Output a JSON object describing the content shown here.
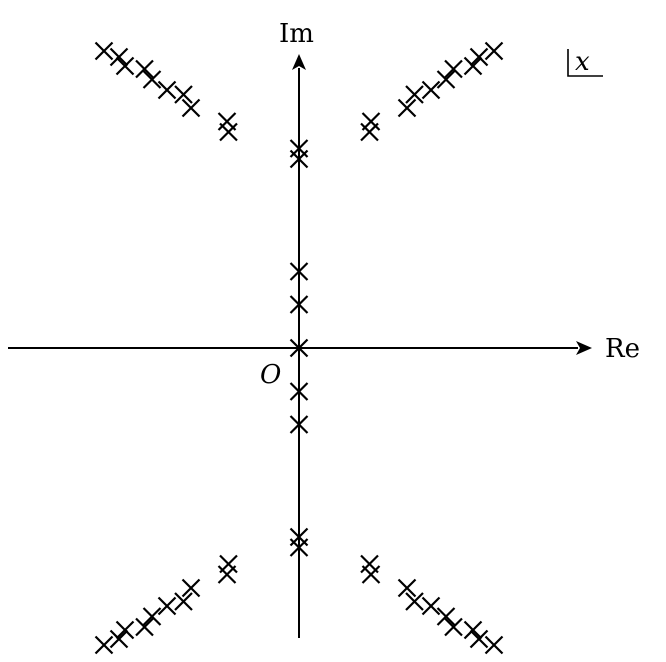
{
  "diagram": {
    "labels": {
      "real_axis": "Re",
      "imaginary_axis": "Im",
      "origin": "O",
      "variable": "x"
    },
    "colors": {
      "ink": "#000000",
      "background": "#ffffff"
    },
    "marker": "cross",
    "poles": [
      {
        "re": -1.3,
        "im": -1.98
      },
      {
        "re": -1.2,
        "im": -1.94
      },
      {
        "re": -1.16,
        "im": -1.88
      },
      {
        "re": -1.03,
        "im": -1.86
      },
      {
        "re": -0.98,
        "im": -1.79
      },
      {
        "re": -0.88,
        "im": -1.72
      },
      {
        "re": -0.77,
        "im": -1.69
      },
      {
        "re": -0.72,
        "im": -1.6
      },
      {
        "re": -0.48,
        "im": -1.51
      },
      {
        "re": -0.47,
        "im": -1.44
      },
      {
        "re": 0.0,
        "im": -1.33
      },
      {
        "re": 0.0,
        "im": -1.26
      },
      {
        "re": 0.0,
        "im": -0.51
      },
      {
        "re": 0.0,
        "im": -0.29
      },
      {
        "re": 0.0,
        "im": 0.0
      },
      {
        "re": 0.0,
        "im": 0.29
      },
      {
        "re": 0.0,
        "im": 0.51
      },
      {
        "re": 0.0,
        "im": 1.26
      },
      {
        "re": 0.0,
        "im": 1.33
      },
      {
        "re": 0.47,
        "im": 1.44
      },
      {
        "re": 0.48,
        "im": 1.51
      },
      {
        "re": 0.72,
        "im": 1.6
      },
      {
        "re": 0.77,
        "im": 1.69
      },
      {
        "re": 0.88,
        "im": 1.72
      },
      {
        "re": 0.98,
        "im": 1.79
      },
      {
        "re": 1.03,
        "im": 1.86
      },
      {
        "re": 1.16,
        "im": 1.88
      },
      {
        "re": 1.2,
        "im": 1.94
      },
      {
        "re": 1.3,
        "im": 1.98
      },
      {
        "re": 0.47,
        "im": -1.44
      },
      {
        "re": 0.48,
        "im": -1.51
      },
      {
        "re": 0.72,
        "im": -1.6
      },
      {
        "re": 0.77,
        "im": -1.69
      },
      {
        "re": 0.88,
        "im": -1.72
      },
      {
        "re": 0.98,
        "im": -1.79
      },
      {
        "re": 1.03,
        "im": -1.86
      },
      {
        "re": 1.16,
        "im": -1.88
      },
      {
        "re": 1.2,
        "im": -1.94
      },
      {
        "re": 1.3,
        "im": -1.98
      },
      {
        "re": -0.47,
        "im": 1.44
      },
      {
        "re": -0.48,
        "im": 1.51
      },
      {
        "re": -0.72,
        "im": 1.6
      },
      {
        "re": -0.77,
        "im": 1.69
      },
      {
        "re": -0.88,
        "im": 1.72
      },
      {
        "re": -0.98,
        "im": 1.79
      },
      {
        "re": -1.03,
        "im": 1.86
      },
      {
        "re": -1.16,
        "im": 1.88
      },
      {
        "re": -1.2,
        "im": 1.94
      },
      {
        "re": -1.3,
        "im": 1.98
      }
    ]
  }
}
